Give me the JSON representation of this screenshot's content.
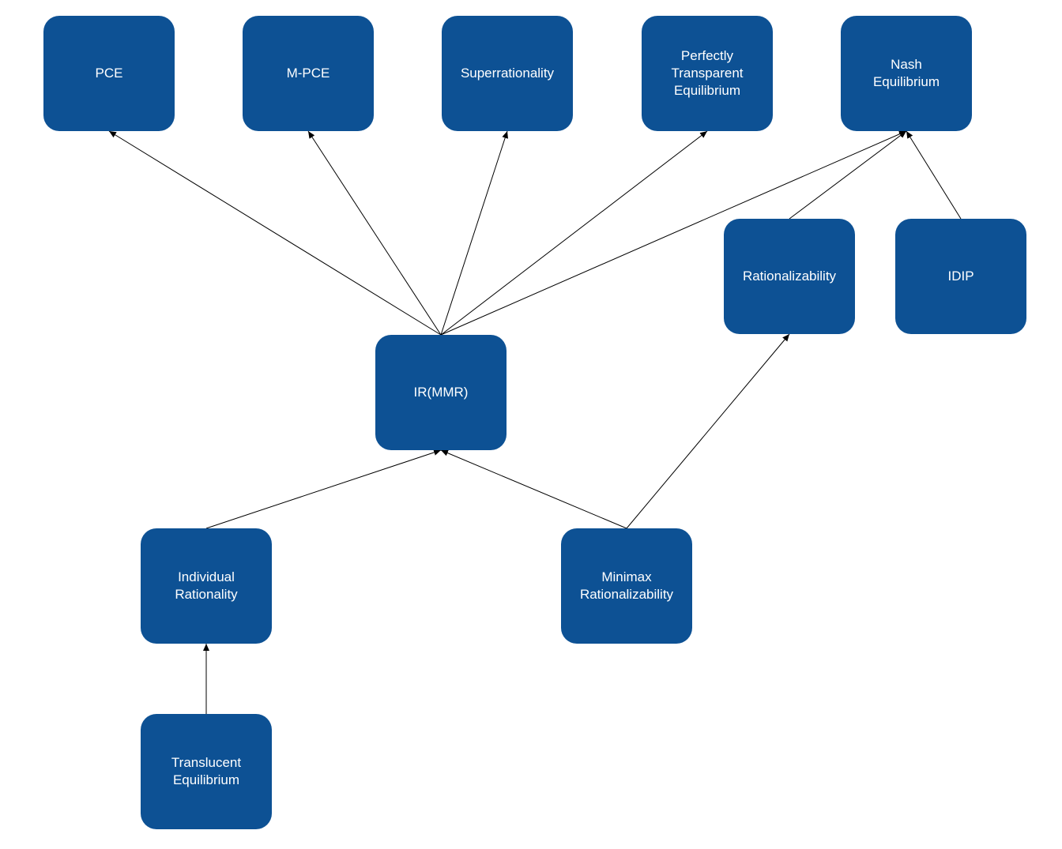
{
  "diagram": {
    "colors": {
      "node_fill": "#0d5194",
      "node_text": "#ffffff",
      "edge": "#000000",
      "background": "#ffffff"
    },
    "nodes": [
      {
        "id": "pce",
        "label": "PCE"
      },
      {
        "id": "mpce",
        "label": "M-PCE"
      },
      {
        "id": "superrationality",
        "label": "Superrationality"
      },
      {
        "id": "pte",
        "label": "Perfectly\nTransparent\nEquilibrium"
      },
      {
        "id": "nash",
        "label": "Nash\nEquilibrium"
      },
      {
        "id": "rationalizability",
        "label": "Rationalizability"
      },
      {
        "id": "idip",
        "label": "IDIP"
      },
      {
        "id": "irmmr",
        "label": "IR(MMR)"
      },
      {
        "id": "individual",
        "label": "Individual\nRationality"
      },
      {
        "id": "minimax",
        "label": "Minimax\nRationalizability"
      },
      {
        "id": "translucent",
        "label": "Translucent\nEquilibrium"
      }
    ],
    "edges": [
      {
        "from": "irmmr",
        "to": "pce"
      },
      {
        "from": "irmmr",
        "to": "mpce"
      },
      {
        "from": "irmmr",
        "to": "superrationality"
      },
      {
        "from": "irmmr",
        "to": "pte"
      },
      {
        "from": "irmmr",
        "to": "nash"
      },
      {
        "from": "rationalizability",
        "to": "nash"
      },
      {
        "from": "idip",
        "to": "nash"
      },
      {
        "from": "individual",
        "to": "irmmr"
      },
      {
        "from": "minimax",
        "to": "irmmr"
      },
      {
        "from": "minimax",
        "to": "rationalizability"
      },
      {
        "from": "translucent",
        "to": "individual"
      }
    ]
  }
}
